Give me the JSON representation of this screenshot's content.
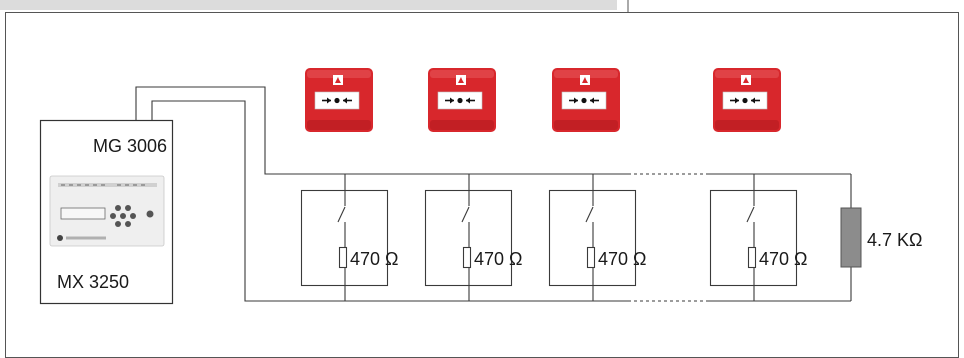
{
  "panel": {
    "top_label": "MG 3006",
    "bottom_label": "MX 3250"
  },
  "call_points": [
    {
      "icon": "manual-call-point-icon"
    },
    {
      "icon": "manual-call-point-icon"
    },
    {
      "icon": "manual-call-point-icon"
    },
    {
      "icon": "manual-call-point-icon"
    }
  ],
  "resistors": [
    {
      "label": "470 Ω"
    },
    {
      "label": "470 Ω"
    },
    {
      "label": "470 Ω"
    },
    {
      "label": "470 Ω"
    }
  ],
  "end_of_line": {
    "label": "4.7 KΩ"
  },
  "colors": {
    "call_point_red": "#d8272c",
    "wire": "#3a3a3a",
    "eol_resistor": "#8c8c8c",
    "top_band": "#dcdcdc"
  }
}
